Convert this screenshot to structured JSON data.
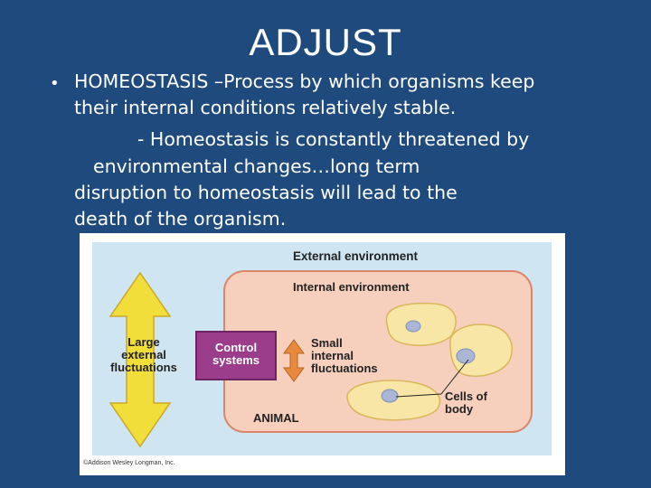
{
  "slide": {
    "title": "ADJUST",
    "bullet_symbol": "•",
    "lines": [
      "HOMEOSTASIS –Process by which organisms keep",
      "their internal conditions relatively stable.",
      "- Homeostasis is constantly threatened by",
      "environmental changes…long term",
      "disruption to homeostasis will lead to the",
      "death of the organism."
    ]
  },
  "figure": {
    "external_environment": "External environment",
    "internal_environment": "Internal environment",
    "large_fluctuations": [
      "Large",
      "external",
      "fluctuations"
    ],
    "control_systems": [
      "Control",
      "systems"
    ],
    "small_fluctuations": [
      "Small",
      "internal",
      "fluctuations"
    ],
    "cells_of_body": [
      "Cells of",
      "body"
    ],
    "animal": "ANIMAL",
    "copyright": "©Addison Wesley Longman, Inc.",
    "colors": {
      "outer_bg": "#cfe6f2",
      "inner_bg": "#f6d0bd",
      "inner_border": "#d9866a",
      "arrow_yellow": "#f2de3a",
      "arrow_orange": "#e88a3c",
      "control_purple": "#9b3d8a",
      "cell_fill": "#f7e6a6",
      "nucleus_fill": "#a9b6d6"
    }
  }
}
